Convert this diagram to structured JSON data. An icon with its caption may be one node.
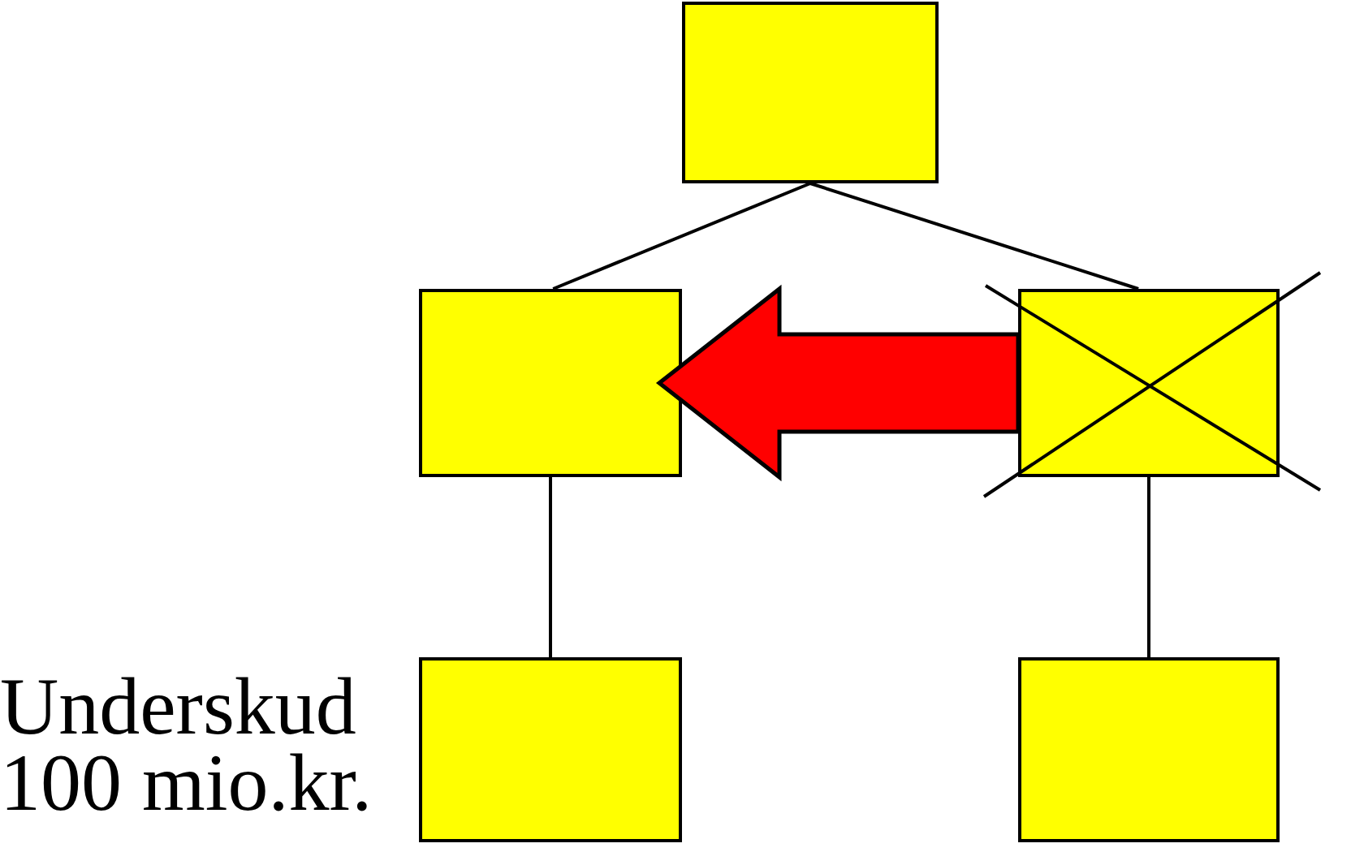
{
  "diagram": {
    "nodes": [
      {
        "text": [],
        "shape": "box"
      },
      {
        "text": [],
        "shape": "box"
      },
      {
        "text": [],
        "shape": "box"
      },
      {
        "text": [],
        "shape": "box",
        "beside": [
          "Underskud 100 mio.kr."
        ]
      },
      {
        "text": [],
        "shape": "box"
      }
    ],
    "edges": [
      {
        "from": 0,
        "to": 1,
        "arrow": "none"
      },
      {
        "from": 0,
        "to": 2,
        "arrow": "none"
      },
      {
        "from": 1,
        "to": 3,
        "arrow": "none"
      },
      {
        "from": 2,
        "to": 4,
        "arrow": "none"
      },
      {
        "from": 2,
        "to": 1,
        "arrow": "to",
        "style": "thick",
        "color": "#ff0000"
      }
    ]
  }
}
